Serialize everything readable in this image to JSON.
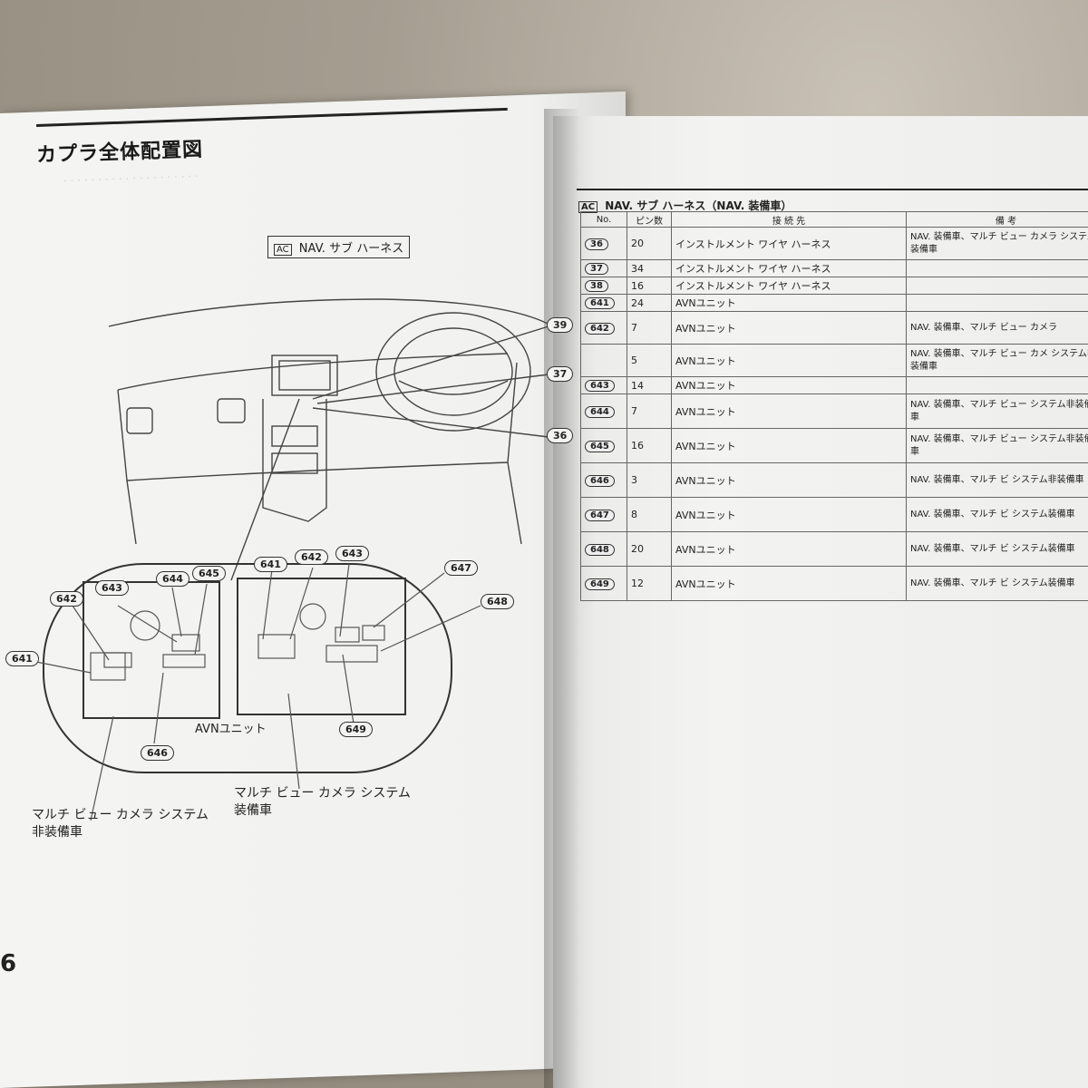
{
  "left_page": {
    "title": "カプラ全体配置図",
    "harness_label": {
      "tag": "AC",
      "text": "NAV. サブ ハーネス"
    },
    "top_callouts": [
      "39",
      "37",
      "36"
    ],
    "avn_unit_label": "AVNユニット",
    "left_panel_callouts": [
      "642",
      "643",
      "644",
      "645",
      "641",
      "646"
    ],
    "right_panel_callouts": [
      "641",
      "642",
      "643",
      "647",
      "648",
      "649"
    ],
    "label_non_equipped": [
      "マルチ ビュー カメラ システム",
      "非装備車"
    ],
    "label_equipped": [
      "マルチ ビュー カメラ システム",
      "装備車"
    ],
    "page_number": "6"
  },
  "right_page": {
    "table_title": {
      "tag": "AC",
      "text": "NAV. サブ ハーネス（NAV. 装備車）"
    },
    "headers": [
      "No.",
      "ピン数",
      "接 続 先",
      "備 考"
    ],
    "rows": [
      {
        "no": "36",
        "pins": "20",
        "dest": "インストルメント ワイヤ ハーネス",
        "remark": "NAV. 装備車、マルチ ビュー カメラ システム装備車"
      },
      {
        "no": "37",
        "pins": "34",
        "dest": "インストルメント ワイヤ ハーネス",
        "remark": ""
      },
      {
        "no": "38",
        "pins": "16",
        "dest": "インストルメント ワイヤ ハーネス",
        "remark": ""
      },
      {
        "no": "641",
        "pins": "24",
        "dest": "AVNユニット",
        "remark": ""
      },
      {
        "no": "642",
        "pins": "7",
        "dest": "AVNユニット",
        "remark": "NAV. 装備車、マルチ ビュー カメラ"
      },
      {
        "no": "",
        "pins": "5",
        "dest": "AVNユニット",
        "remark": "NAV. 装備車、マルチ ビュー カメ システム非装備車"
      },
      {
        "no": "643",
        "pins": "14",
        "dest": "AVNユニット",
        "remark": ""
      },
      {
        "no": "644",
        "pins": "7",
        "dest": "AVNユニット",
        "remark": "NAV. 装備車、マルチ ビュー システム非装備車"
      },
      {
        "no": "645",
        "pins": "16",
        "dest": "AVNユニット",
        "remark": "NAV. 装備車、マルチ ビュー システム非装備車"
      },
      {
        "no": "646",
        "pins": "3",
        "dest": "AVNユニット",
        "remark": "NAV. 装備車、マルチ ビ システム非装備車"
      },
      {
        "no": "647",
        "pins": "8",
        "dest": "AVNユニット",
        "remark": "NAV. 装備車、マルチ ビ システム装備車"
      },
      {
        "no": "648",
        "pins": "20",
        "dest": "AVNユニット",
        "remark": "NAV. 装備車、マルチ ビ システム装備車"
      },
      {
        "no": "649",
        "pins": "12",
        "dest": "AVNユニット",
        "remark": "NAV. 装備車、マルチ ビ システム装備車"
      }
    ]
  }
}
